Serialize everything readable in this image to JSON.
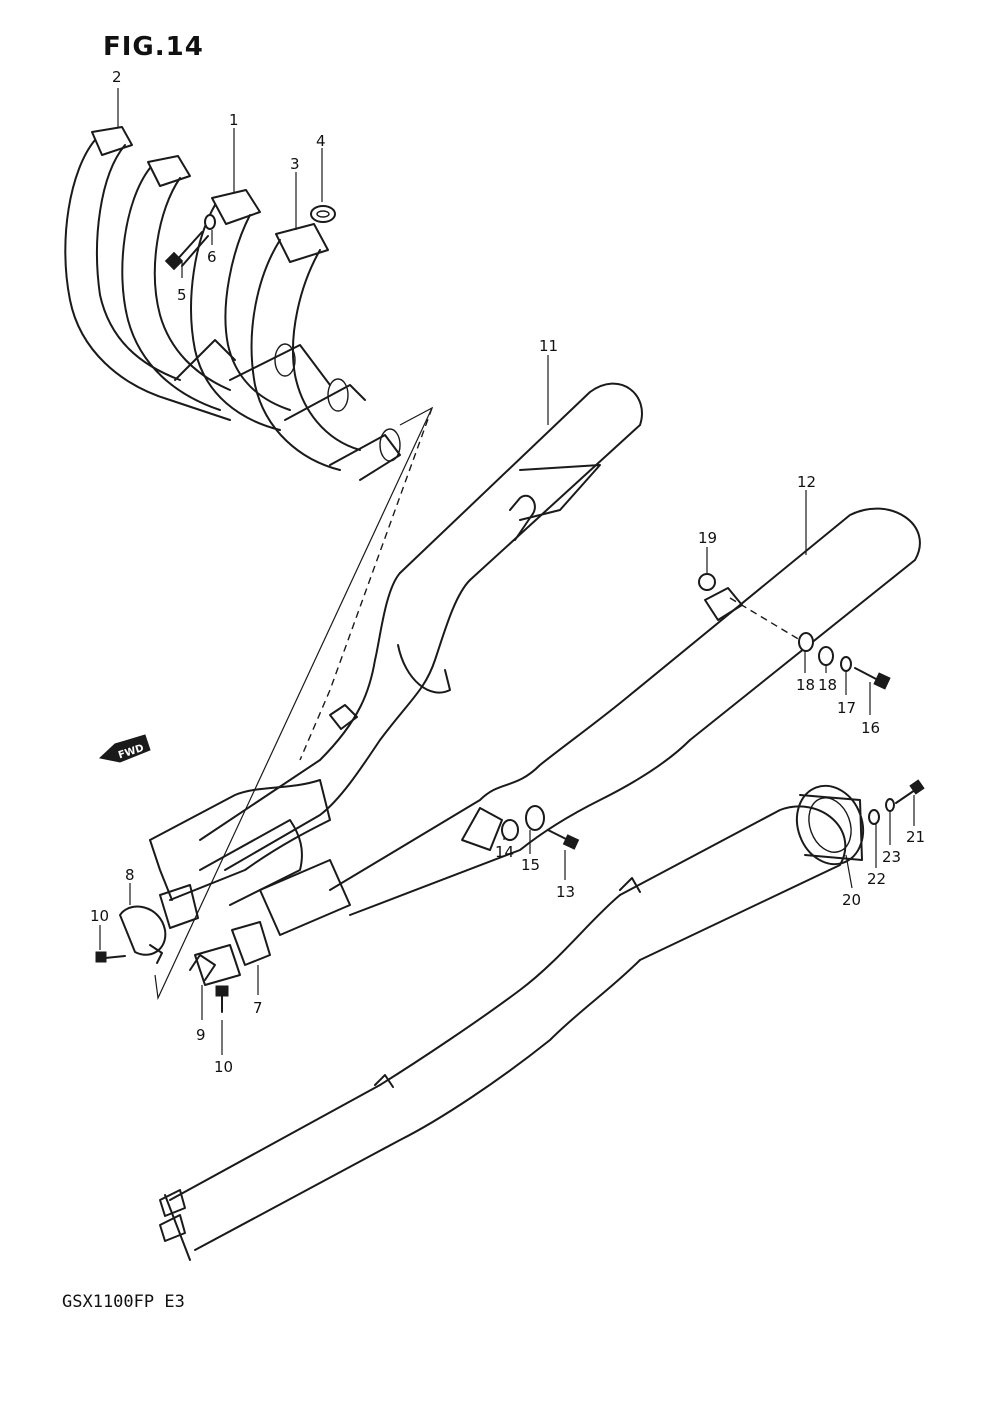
{
  "figure": {
    "title": "FIG.14",
    "model_code": "GSX1100FP  E3",
    "direction_marker": "FWD"
  },
  "callouts": [
    "1",
    "2",
    "3",
    "4",
    "5",
    "6",
    "7",
    "8",
    "9",
    "10",
    "10",
    "11",
    "12",
    "13",
    "14",
    "15",
    "16",
    "17",
    "18",
    "18",
    "19",
    "20",
    "21",
    "22",
    "23"
  ],
  "icons": {
    "fwd_arrow": "fwd-arrow-icon"
  }
}
